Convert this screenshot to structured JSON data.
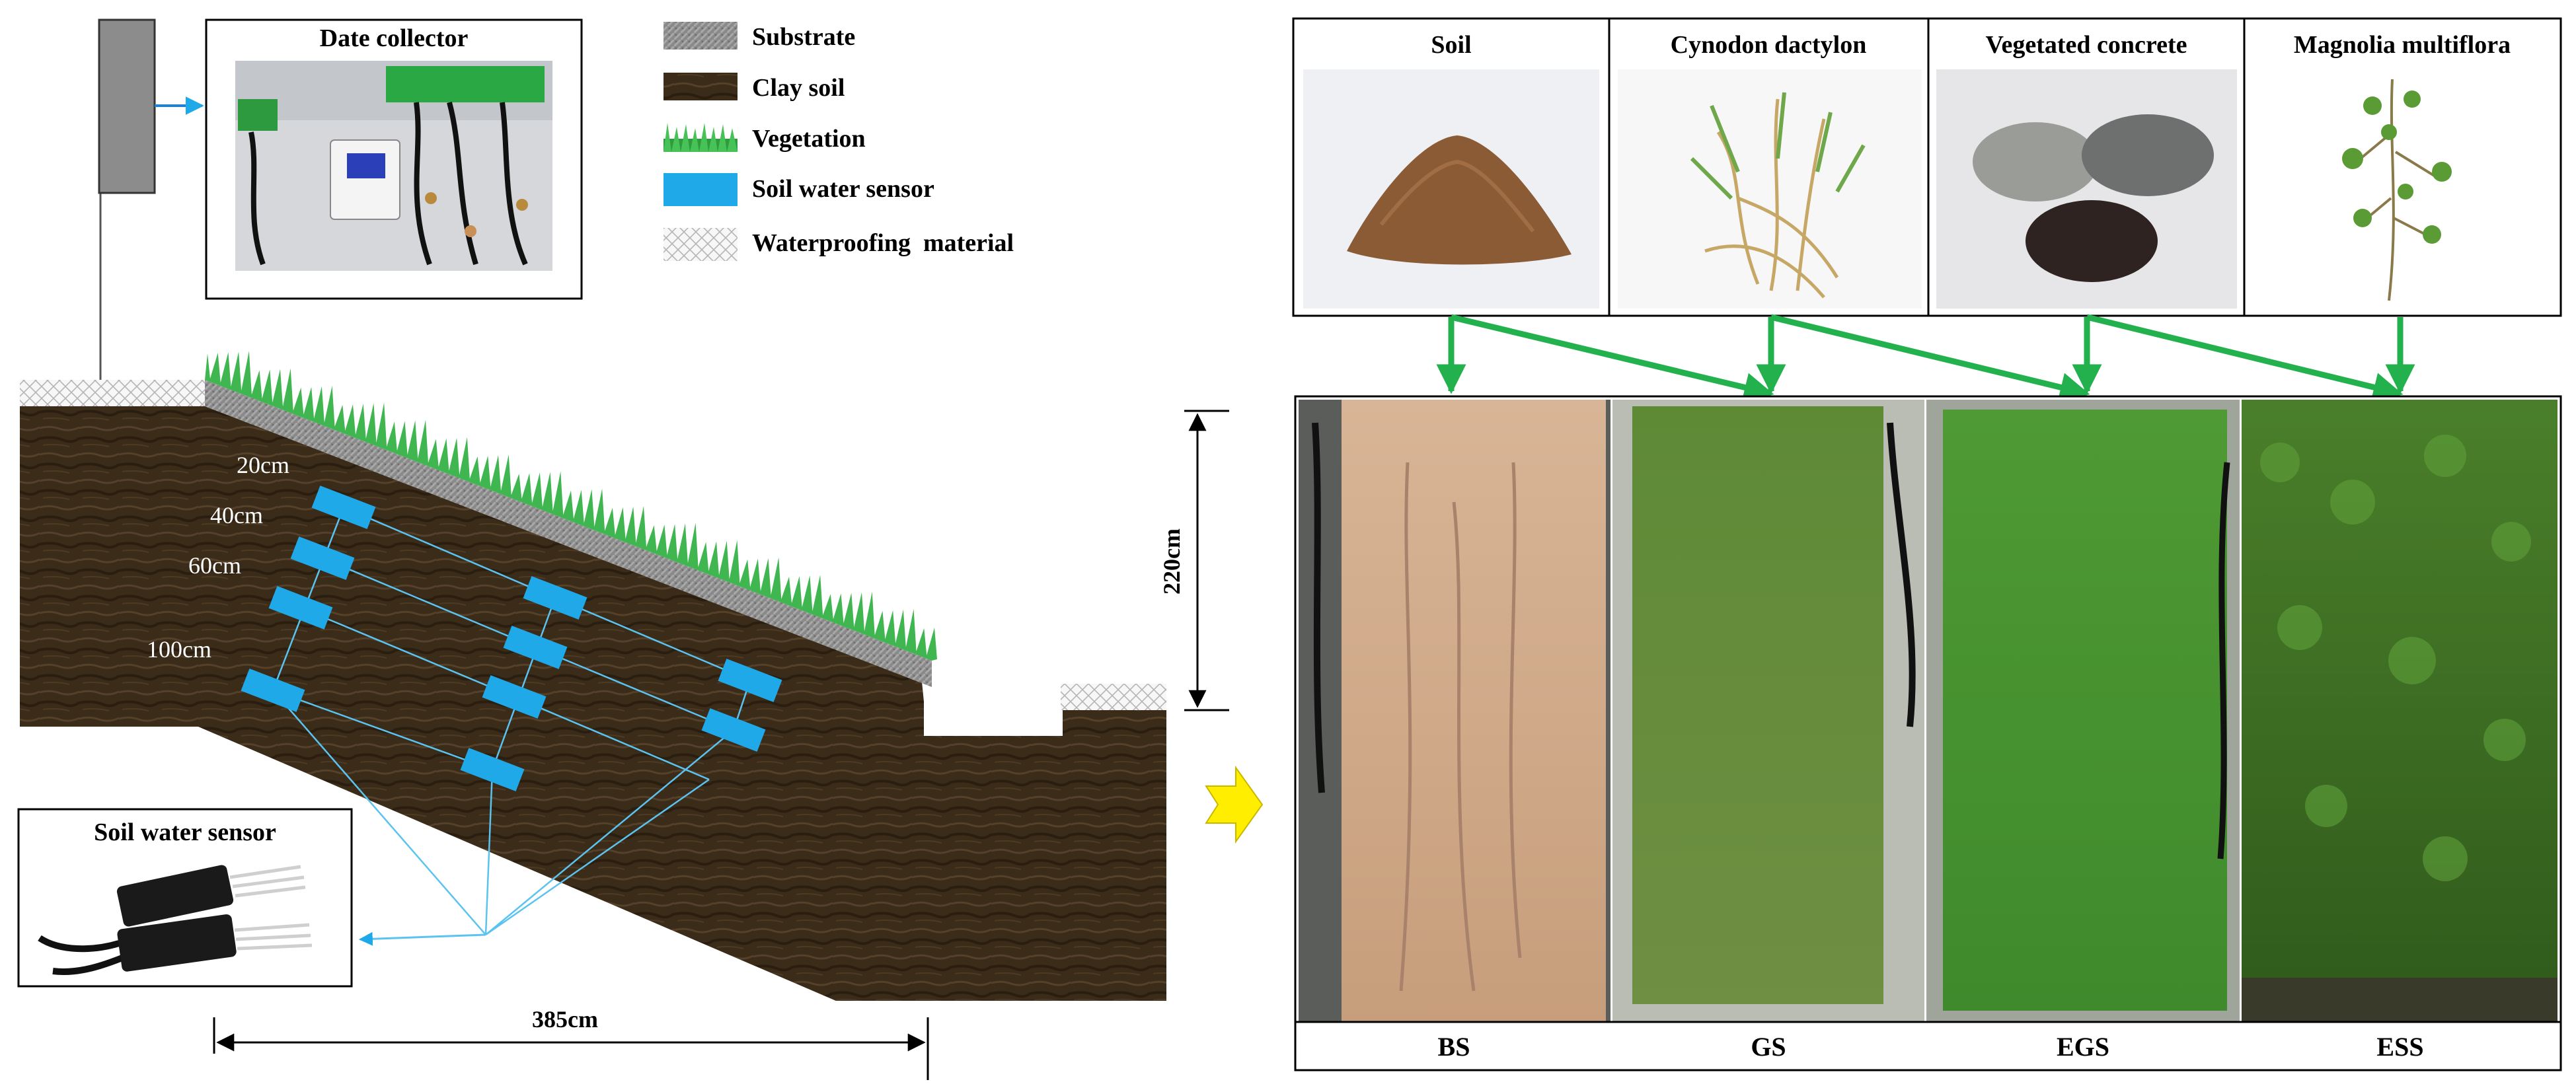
{
  "collector": {
    "title": "Date collector"
  },
  "legend": {
    "items": [
      {
        "label": "Substrate"
      },
      {
        "label": "Clay soil"
      },
      {
        "label": "Vegetation"
      },
      {
        "label": "Soil water sensor"
      },
      {
        "label": "Waterproofing  material"
      }
    ]
  },
  "sensor_box": {
    "title": "Soil water sensor"
  },
  "depths": [
    "20cm",
    "40cm",
    "60cm",
    "100cm"
  ],
  "dimensions": {
    "height": "220cm",
    "width": "385cm"
  },
  "materials": [
    {
      "label": "Soil"
    },
    {
      "label": "Cynodon dactylon"
    },
    {
      "label": "Vegetated concrete"
    },
    {
      "label": "Magnolia multiflora"
    }
  ],
  "plots": [
    {
      "label": "BS"
    },
    {
      "label": "GS"
    },
    {
      "label": "EGS"
    },
    {
      "label": "ESS"
    }
  ],
  "colors": {
    "arrow_green": "#22b14c",
    "sensor_blue": "#1fa9e8",
    "soil_dark": "#3a2a18",
    "grass_green": "#39b54a",
    "pointer_yellow": "#ffee00"
  }
}
